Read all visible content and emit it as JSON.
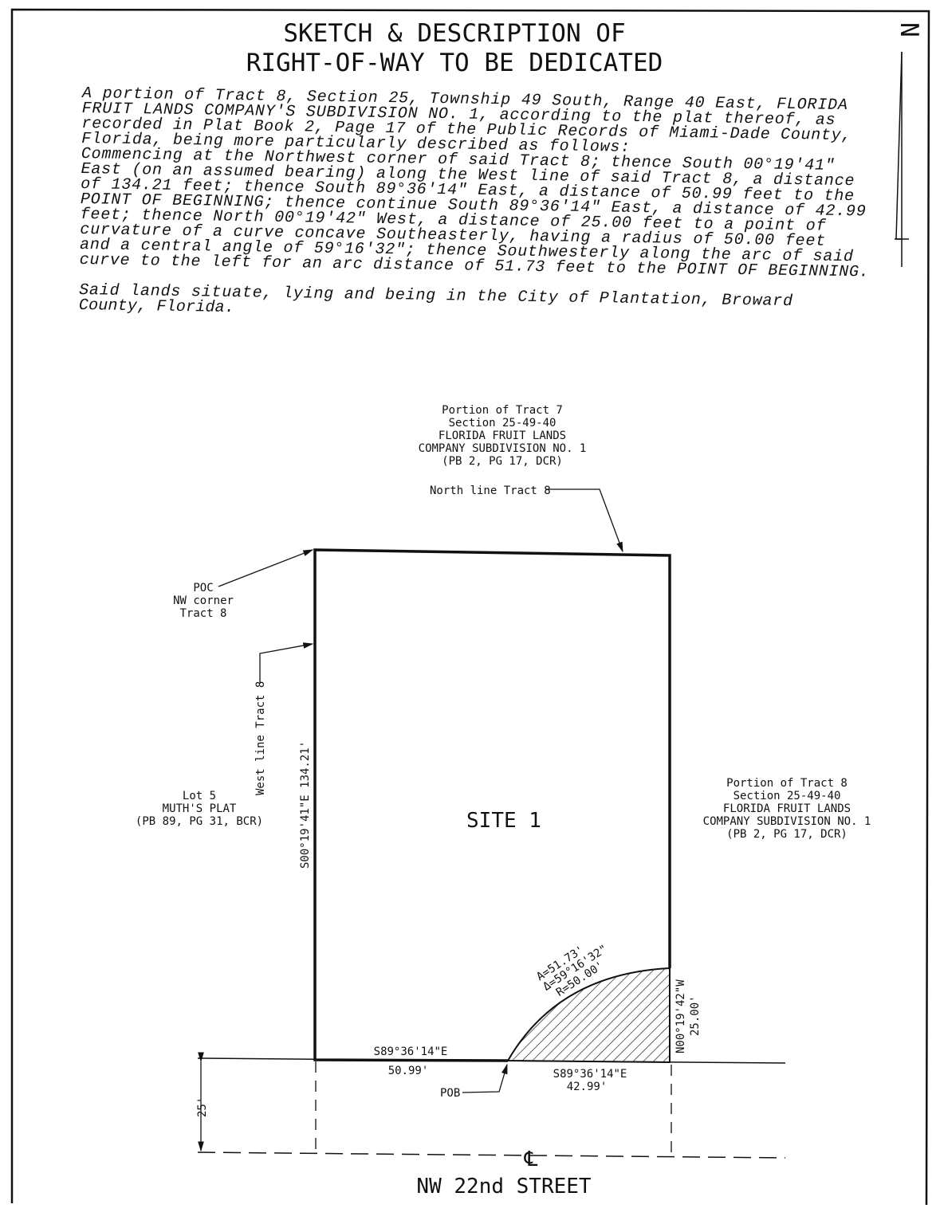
{
  "title": [
    "SKETCH & DESCRIPTION OF",
    "RIGHT-OF-WAY TO BE DEDICATED"
  ],
  "north_arrow_label": "N",
  "description": [
    "A portion of Tract 8, Section 25, Township 49 South, Range 40 East, FLORIDA",
    "FRUIT LANDS COMPANY'S SUBDIVISION NO. 1, according to the plat thereof, as",
    "recorded in Plat Book 2, Page 17 of the Public Records of Miami-Dade County,",
    "Florida, being more particularly described as follows:",
    "Commencing at the Northwest corner of said Tract 8; thence South 00°19'41\"",
    "East (on an assumed bearing) along the West line of said Tract 8, a distance",
    "of 134.21 feet; thence South 89°36'14\" East, a distance of 50.99 feet to the",
    "POINT OF BEGINNING; thence continue South 89°36'14\" East, a distance of 42.99",
    "feet; thence North 00°19'42\" West, a distance of 25.00 feet to a point of",
    "curvature of a curve concave Southeasterly, having a radius of 50.00 feet",
    "and a central angle of 59°16'32\"; thence Southwesterly along the arc of said",
    "curve to the left for an arc distance of 51.73 feet to the POINT OF BEGINNING."
  ],
  "situate": [
    "Said lands situate, lying and being in the City of Plantation, Broward",
    "County, Florida."
  ],
  "labels": {
    "tract7": [
      "Portion of Tract 7",
      "Section 25-49-40",
      "FLORIDA FRUIT LANDS",
      "COMPANY SUBDIVISION NO. 1",
      "(PB 2, PG 17, DCR)"
    ],
    "north_line": "North line Tract 8",
    "poc": [
      "POC",
      "NW corner",
      "Tract 8"
    ],
    "west_line": "West line Tract 8",
    "lot5": [
      "Lot 5",
      "MUTH'S PLAT",
      "(PB 89, PG 31, BCR)"
    ],
    "west_bearing": "S00°19'41\"E 134.21'",
    "site": "SITE 1",
    "tract8": [
      "Portion of Tract 8",
      "Section 25-49-40",
      "FLORIDA FRUIT LANDS",
      "COMPANY SUBDIVISION NO. 1",
      "(PB 2, PG 17, DCR)"
    ],
    "curve": [
      "A=51.73'",
      "Δ=59°16'32\"",
      "R=50.00'"
    ],
    "east_bearing": [
      "N00°19'42\"W",
      "25.00'"
    ],
    "south_bearing_1": [
      "S89°36'14\"E",
      "50.99'"
    ],
    "south_bearing_2": [
      "S89°36'14\"E",
      "42.99'"
    ],
    "pob": "POB",
    "row_width": "25'",
    "centerline": "℄",
    "street": "NW 22nd STREET"
  }
}
